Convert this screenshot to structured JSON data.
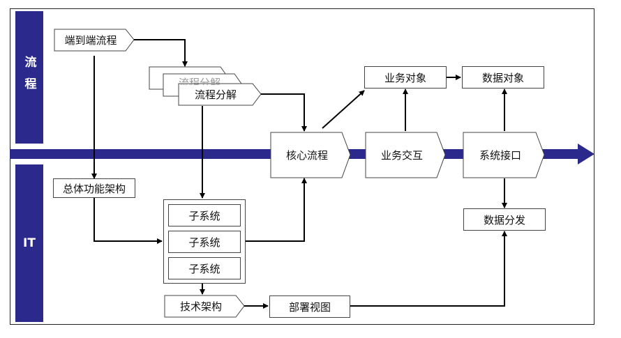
{
  "colors": {
    "lane": "#2b2a8c",
    "axis": "#2b2a8c",
    "line": "#000000"
  },
  "lanes": {
    "process": "流程",
    "it": "IT"
  },
  "nodes": {
    "end_to_end": "端到端流程",
    "process_breakdown": "流程分解",
    "core_process": "核心流程",
    "business_interaction": "业务交互",
    "system_interface": "系统接口",
    "business_object": "业务对象",
    "data_object": "数据对象",
    "overall_architecture": "总体功能架构",
    "subsystem": "子系统",
    "tech_architecture": "技术架构",
    "deployment_view": "部署视图",
    "data_distribution": "数据分发"
  }
}
